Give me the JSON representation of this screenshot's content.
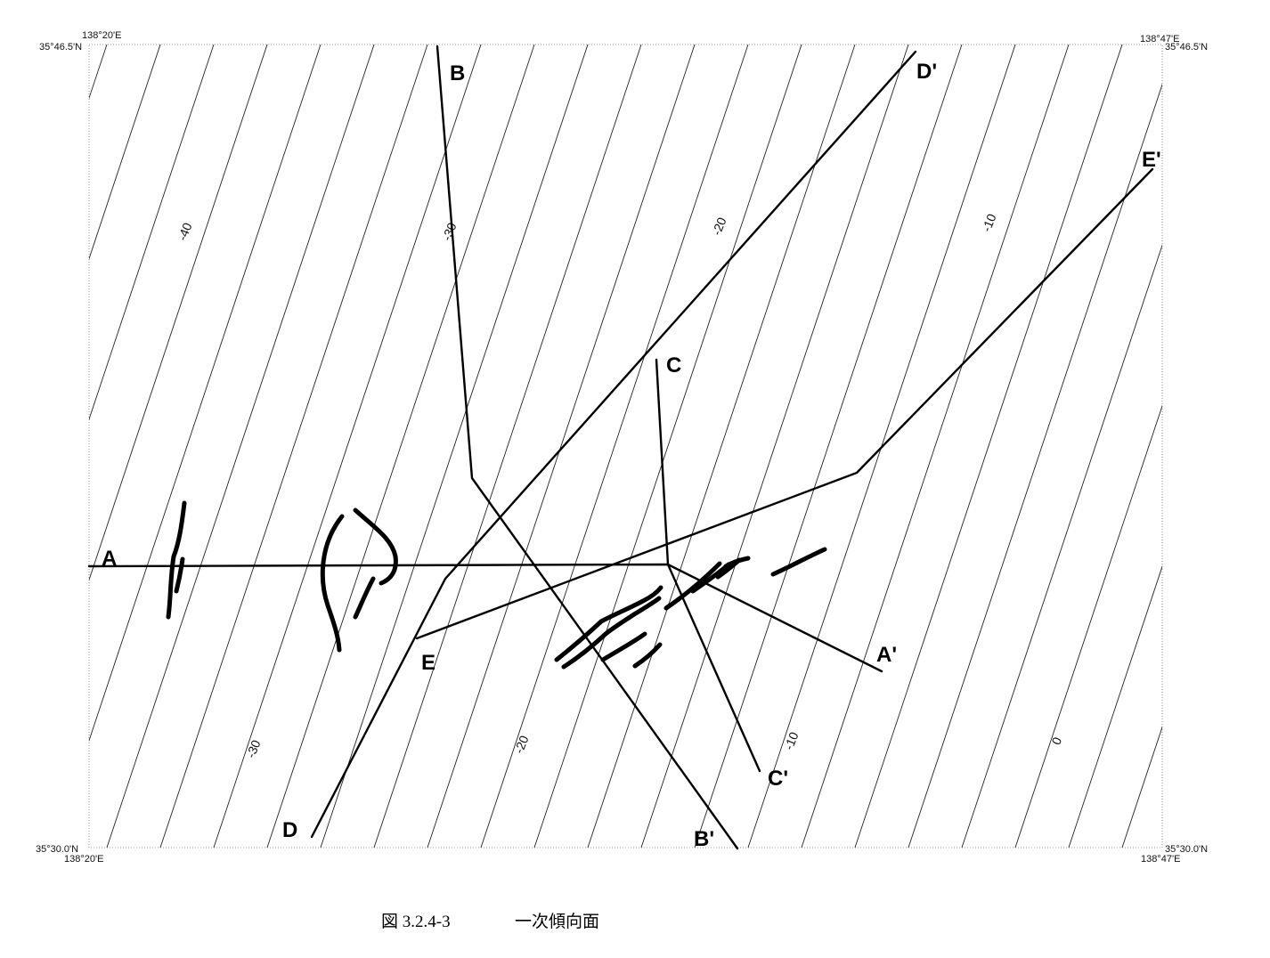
{
  "map": {
    "corners": {
      "top_left_lon": "138°20'E",
      "top_left_lat": "35°46.5'N",
      "top_right_lon": "138°47'E",
      "top_right_lat": "35°46.5'N",
      "bottom_left_lat": "35°30.0'N",
      "bottom_left_lon": "138°20'E",
      "bottom_right_lat": "35°30.0'N",
      "bottom_right_lon": "138°47'E"
    },
    "contour_labels": {
      "upper": [
        "-40",
        "-30",
        "-20",
        "-10"
      ],
      "lower": [
        "-30",
        "-20",
        "-10",
        "0"
      ]
    },
    "profile_labels": {
      "A": "A",
      "A_prime": "A'",
      "B": "B",
      "B_prime": "B'",
      "C": "C",
      "C_prime": "C'",
      "D": "D",
      "D_prime": "D'",
      "E": "E",
      "E_prime": "E'"
    }
  },
  "caption": {
    "figure_number": "図 3.2.4-3",
    "title": "一次傾向面"
  }
}
